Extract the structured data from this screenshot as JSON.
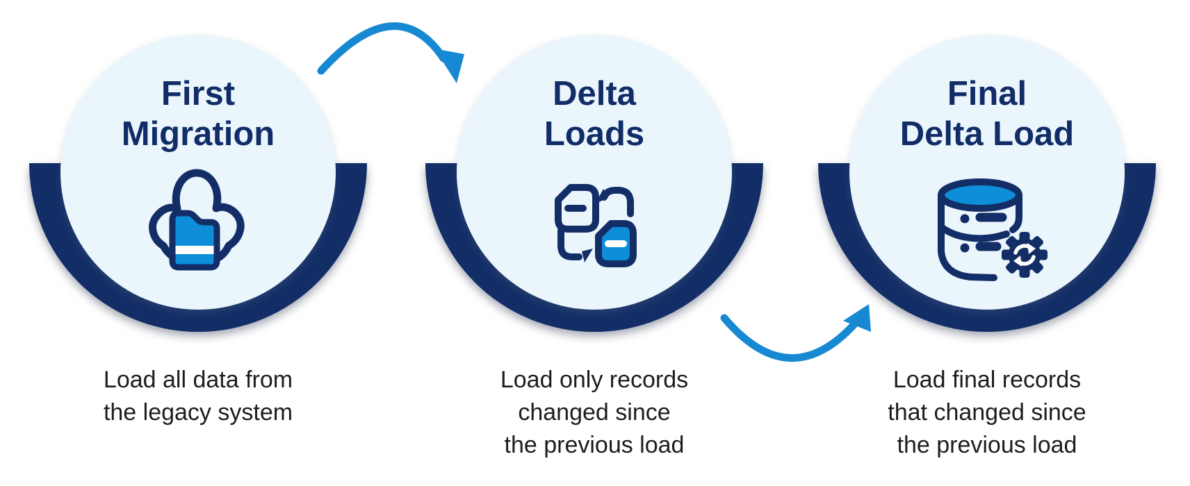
{
  "diagram": {
    "name": "data-migration-load-process",
    "background": "#ffffff",
    "colors": {
      "navy": "#132e67",
      "title_text": "#112c66",
      "icon_fill_blue": "#0e8ed8",
      "arrow_blue": "#1689d2",
      "bubble_fill": "#eaf5fc",
      "caption_text": "#1d1d1f"
    },
    "steps": [
      {
        "id": "first-migration",
        "title_lines": [
          "First",
          "Migration"
        ],
        "icon": "cloud-folder-icon",
        "caption_lines": [
          "Load all data from",
          "the legacy system"
        ]
      },
      {
        "id": "delta-loads",
        "title_lines": [
          "Delta",
          "Loads"
        ],
        "icon": "document-sync-icon",
        "caption_lines": [
          "Load only records",
          "changed since",
          "the previous load"
        ]
      },
      {
        "id": "final-delta-load",
        "title_lines": [
          "Final",
          "Delta Load"
        ],
        "icon": "database-gear-icon",
        "caption_lines": [
          "Load final records",
          "that changed since",
          "the previous load"
        ]
      }
    ],
    "arrows": [
      {
        "id": "arrow-step1-to-step2",
        "curve": "over-top"
      },
      {
        "id": "arrow-step2-to-step3",
        "curve": "under-bottom"
      }
    ]
  }
}
